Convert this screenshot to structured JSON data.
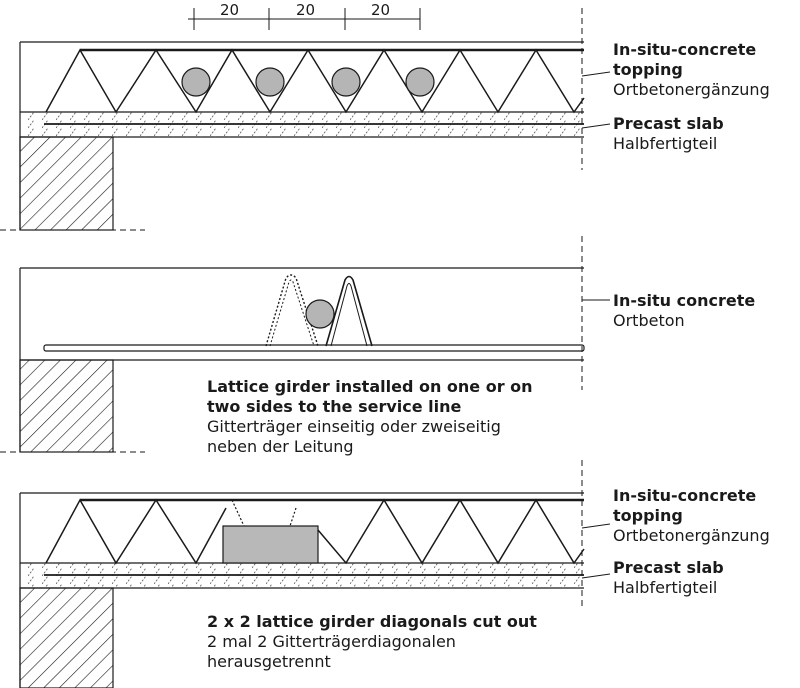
{
  "dimensions": [
    "20",
    "20",
    "20"
  ],
  "panel1": {
    "topping_en_line1": "In-situ-concrete",
    "topping_en_line2": "topping",
    "topping_de": "Ortbetonergänzung",
    "slab_en": "Precast slab",
    "slab_de": "Halbfertigteil"
  },
  "panel2": {
    "concrete_en": "In-situ concrete",
    "concrete_de": "Ortbeton",
    "caption_en_line1": "Lattice girder installed on one or on",
    "caption_en_line2": "two sides to the service line",
    "caption_de_line1": "Gitterträger einseitig oder zweiseitig",
    "caption_de_line2": "neben der Leitung"
  },
  "panel3": {
    "topping_en_line1": "In-situ-concrete",
    "topping_en_line2": "topping",
    "topping_de": "Ortbetonergänzung",
    "slab_en": "Precast slab",
    "slab_de": "Halbfertigteil",
    "caption_en": "2 x 2 lattice girder diagonals cut out",
    "caption_de_line1": "2 mal 2 Gitterträgerdiagonalen",
    "caption_de_line2": "herausgetrennt"
  },
  "colors": {
    "line": "#1a1a1a",
    "pipe": "#b5b5b5",
    "duct": "#b8b8b8"
  }
}
